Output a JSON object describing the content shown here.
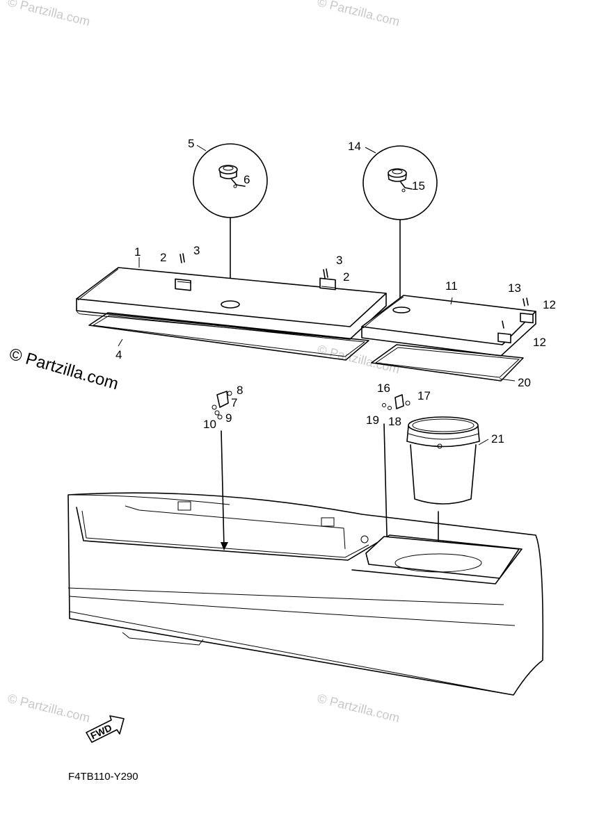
{
  "watermark": {
    "small_text": "© Partzilla.com",
    "big_text": "© Partzilla.com"
  },
  "diagram_code": "F4TB110-Y290",
  "fwd_label": "FWD",
  "callouts": {
    "c1": "1",
    "c2a": "2",
    "c2b": "2",
    "c3a": "3",
    "c3b": "3",
    "c4": "4",
    "c5": "5",
    "c6": "6",
    "c7": "7",
    "c8": "8",
    "c9": "9",
    "c10": "10",
    "c11": "11",
    "c12a": "12",
    "c12b": "12",
    "c13": "13",
    "c14": "14",
    "c15": "15",
    "c16": "16",
    "c17": "17",
    "c18": "18",
    "c19": "19",
    "c20": "20",
    "c21": "21"
  }
}
